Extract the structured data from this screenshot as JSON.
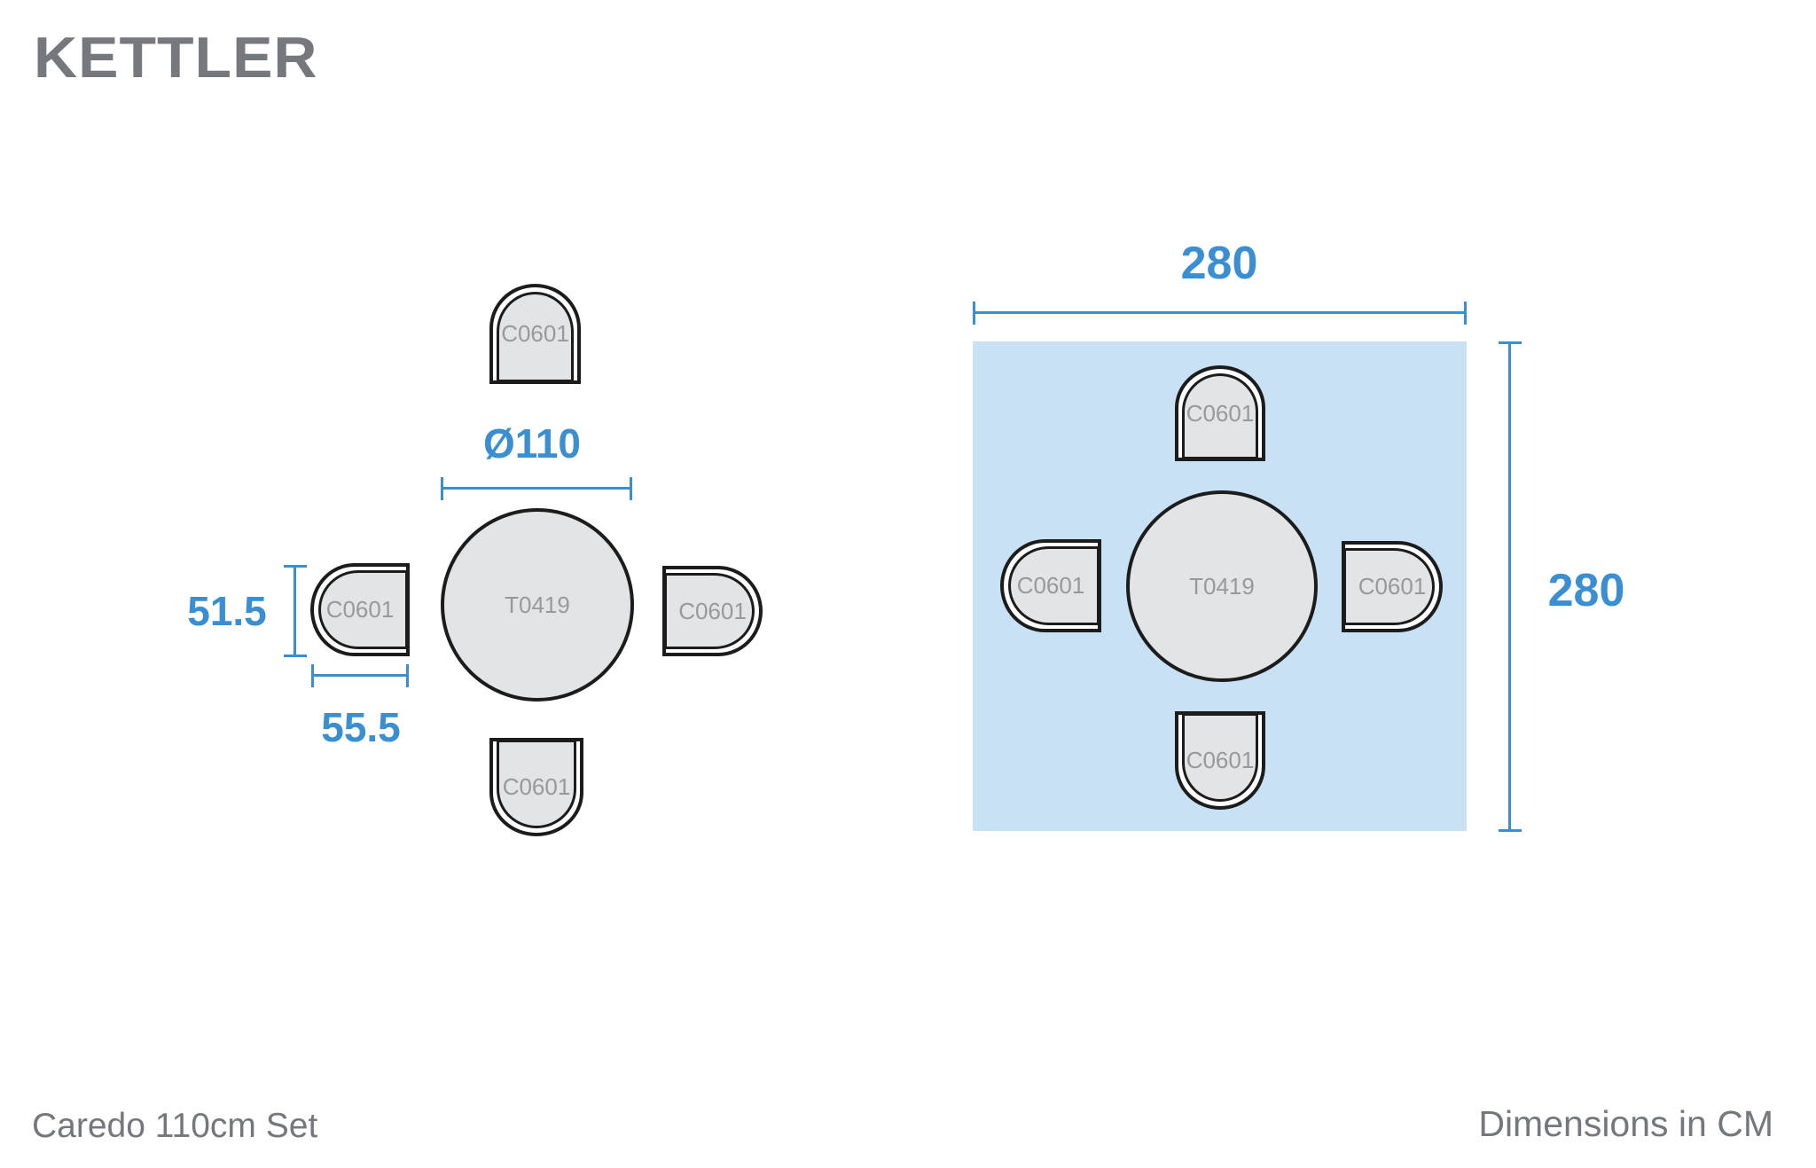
{
  "brand": "KETTLER",
  "colors": {
    "blue": "#3a8fd3",
    "light_blue": "#c9e1f4",
    "furniture_fill": "#e3e4e5",
    "outline": "#1c1c1c",
    "part_label_gray": "#97999d",
    "logo_gray": "#75787d",
    "footer_gray": "#74787d"
  },
  "left_diagram": {
    "table_label": "T0419",
    "chairs": [
      {
        "position": "top",
        "label": "C0601"
      },
      {
        "position": "left",
        "label": "C0601"
      },
      {
        "position": "right",
        "label": "C0601"
      },
      {
        "position": "bottom",
        "label": "C0601"
      }
    ],
    "dimensions": {
      "table_diameter": "Ø110",
      "chair_width": "51.5",
      "chair_depth": "55.5"
    }
  },
  "right_diagram": {
    "table_label": "T0419",
    "chairs": [
      {
        "position": "top",
        "label": "C0601"
      },
      {
        "position": "left",
        "label": "C0601"
      },
      {
        "position": "right",
        "label": "C0601"
      },
      {
        "position": "bottom",
        "label": "C0601"
      }
    ],
    "dimensions": {
      "clearance_width": "280",
      "clearance_height": "280"
    }
  },
  "footer": {
    "product_name": "Caredo 110cm Set",
    "units_note": "Dimensions in CM"
  }
}
